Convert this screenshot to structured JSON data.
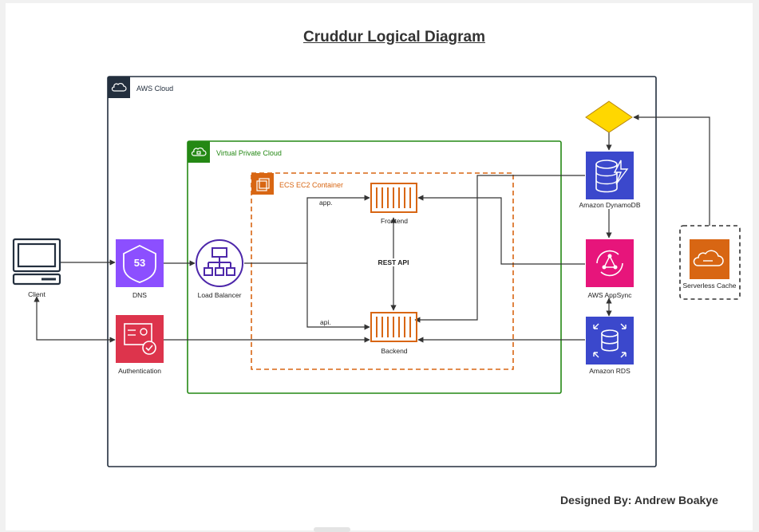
{
  "title": "Cruddur Logical Diagram",
  "designer": "Designed By: Andrew Boakye",
  "groups": {
    "aws_cloud": "AWS Cloud",
    "vpc": "Virtual Private Cloud",
    "ecs": "ECS EC2 Container"
  },
  "nodes": {
    "client": "Client",
    "dns": "DNS",
    "dns_badge": "53",
    "authentication": "Authentication",
    "load_balancer": "Load Balancer",
    "frontend": "Frontend",
    "backend": "Backend",
    "dynamodb": "Amazon DynamoDB",
    "appsync": "AWS AppSync",
    "rds": "Amazon RDS",
    "serverless_cache": "Serverless Cache"
  },
  "edge_labels": {
    "app": "app.",
    "api": "api.",
    "rest_api": "REST API"
  },
  "colors": {
    "aws_cloud_border": "#232f3e",
    "vpc_border": "#248814",
    "ecs_orange": "#d86613",
    "dns_purple": "#8c4fff",
    "lb_purple": "#4d27aa",
    "auth_red": "#dd344c",
    "dynamo_blue": "#3b48cc",
    "appsync_pink": "#e7157b",
    "decision_yellow": "#ffd700",
    "edge": "#333333"
  }
}
